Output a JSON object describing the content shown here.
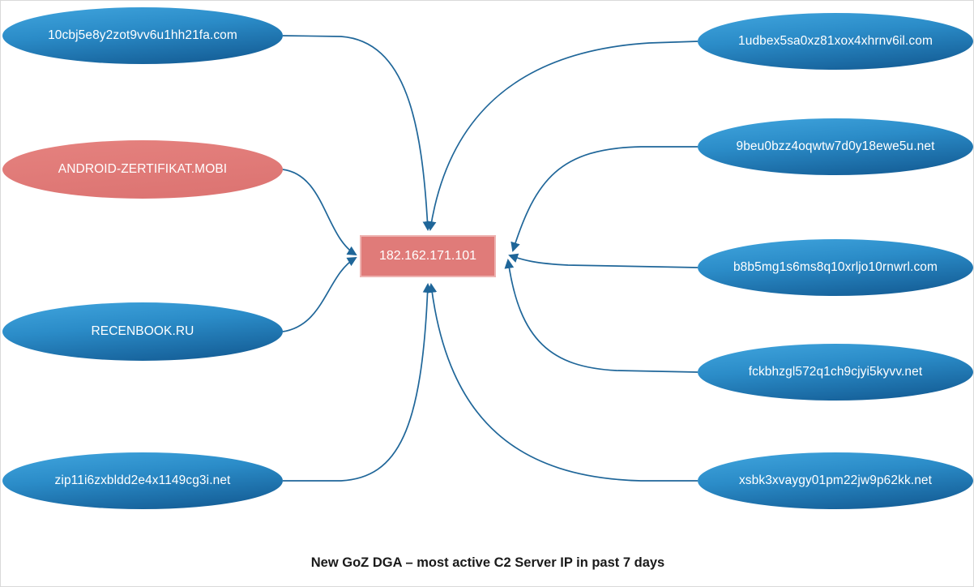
{
  "diagram": {
    "title": "New GoZ DGA – most active C2 Server IP in past 7 days",
    "colors": {
      "node_blue_light": "#2e93d1",
      "node_blue_dark": "#1b6ba6",
      "node_red": "#e07b79",
      "node_red_border": "#e7a3a1",
      "edge": "#1f6699",
      "label_text": "#ffffff",
      "background": "#ffffff",
      "frame_border": "#d9d9d9",
      "title_text": "#1a1a1a"
    },
    "center_node": {
      "label": "182.162.171.101",
      "shape": "rectangle",
      "color": "#e07b79"
    },
    "domain_nodes": [
      {
        "label": "10cbj5e8y2zot9vv6u1hh21fa.com",
        "shape": "ellipse",
        "color": "blue",
        "side": "left",
        "row": 1
      },
      {
        "label": "ANDROID-ZERTIFIKAT.MOBI",
        "shape": "ellipse",
        "color": "red",
        "side": "left",
        "row": 2
      },
      {
        "label": "RECENBOOK.RU",
        "shape": "ellipse",
        "color": "blue",
        "side": "left",
        "row": 3
      },
      {
        "label": "zip11i6zxbldd2e4x1149cg3i.net",
        "shape": "ellipse",
        "color": "blue",
        "side": "left",
        "row": 4
      },
      {
        "label": "1udbex5sa0xz81xox4xhrnv6il.com",
        "shape": "ellipse",
        "color": "blue",
        "side": "right",
        "row": 1
      },
      {
        "label": "9beu0bzz4oqwtw7d0y18ewe5u.net",
        "shape": "ellipse",
        "color": "blue",
        "side": "right",
        "row": 2
      },
      {
        "label": "b8b5mg1s6ms8q10xrljo10rnwrl.com",
        "shape": "ellipse",
        "color": "blue",
        "side": "right",
        "row": 3
      },
      {
        "label": "fckbhzgl572q1ch9cjyi5kyvv.net",
        "shape": "ellipse",
        "color": "blue",
        "side": "right",
        "row": 4
      },
      {
        "label": "xsbk3xvaygy01pm22jw9p62kk.net",
        "shape": "ellipse",
        "color": "blue",
        "side": "right",
        "row": 5
      }
    ],
    "edges": [
      {
        "from": "10cbj5e8y2zot9vv6u1hh21fa.com",
        "to": "182.162.171.101",
        "arrow": "top"
      },
      {
        "from": "1udbex5sa0xz81xox4xhrnv6il.com",
        "to": "182.162.171.101",
        "arrow": "top"
      },
      {
        "from": "ANDROID-ZERTIFIKAT.MOBI",
        "to": "182.162.171.101",
        "arrow": "left"
      },
      {
        "from": "RECENBOOK.RU",
        "to": "182.162.171.101",
        "arrow": "left"
      },
      {
        "from": "9beu0bzz4oqwtw7d0y18ewe5u.net",
        "to": "182.162.171.101",
        "arrow": "right"
      },
      {
        "from": "b8b5mg1s6ms8q10xrljo10rnwrl.com",
        "to": "182.162.171.101",
        "arrow": "right"
      },
      {
        "from": "fckbhzgl572q1ch9cjyi5kyvv.net",
        "to": "182.162.171.101",
        "arrow": "right"
      },
      {
        "from": "zip11i6zxbldd2e4x1149cg3i.net",
        "to": "182.162.171.101",
        "arrow": "bottom"
      },
      {
        "from": "xsbk3xvaygy01pm22jw9p62kk.net",
        "to": "182.162.171.101",
        "arrow": "bottom"
      }
    ]
  }
}
